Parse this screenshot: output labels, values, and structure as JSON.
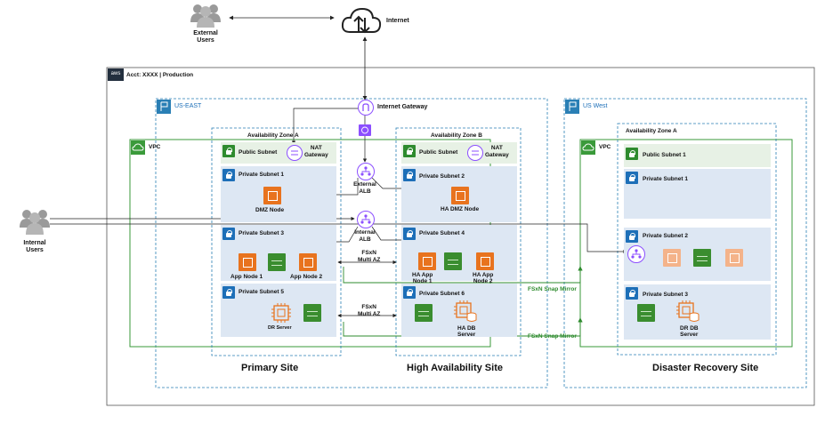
{
  "external_users": {
    "label_line1": "External",
    "label_line2": "Users"
  },
  "internal_users": {
    "label_line1": "Internal",
    "label_line2": "Users"
  },
  "internet": {
    "label": "Internet"
  },
  "account": {
    "label": "Acct: XXXX | Production",
    "logo_text": "aws"
  },
  "internet_gateway": {
    "label": "Internet Gateway"
  },
  "regions": {
    "east": {
      "label": "US-EAST"
    },
    "west": {
      "label": "US West"
    }
  },
  "vpc": {
    "label_east": "VPC",
    "label_west": "VPC"
  },
  "az": {
    "east_a": "Availability Zone A",
    "east_b": "Availability Zone B",
    "west_a": "Availability Zone A"
  },
  "subnets": {
    "east_a_public": "Public Subnet",
    "east_a_private1": "Private Subnet 1",
    "east_a_private3": "Private Subnet 3",
    "east_a_private5": "Private Subnet 5",
    "east_b_public": "Public Subnet",
    "east_b_private2": "Private Subnet 2",
    "east_b_private4": "Private Subnet 4",
    "east_b_private6": "Private Subnet 6",
    "west_public1": "Public Subnet 1",
    "west_private1": "Private Subnet  1",
    "west_private2": "Private Subnet  2",
    "west_private3": "Private Subnet 3"
  },
  "nat": {
    "line1": "NAT",
    "line2": "Gateway"
  },
  "ext_alb": {
    "line1": "External",
    "line2": "ALB"
  },
  "int_alb": {
    "line1": "Internal",
    "line2": "ALB"
  },
  "nodes": {
    "dmz": "DMZ Node",
    "ha_dmz": "HA DMZ Node",
    "app1": "App Node 1",
    "app2": "App Node 2",
    "ha_app1_line1": "HA App",
    "ha_app1_line2": "Node 1",
    "ha_app2_line1": "HA App",
    "ha_app2_line2": "Node 2",
    "dr_server": "DR Server",
    "ha_db_line1": "HA DB",
    "ha_db_line2": "Server",
    "dr_db_line1": "DR DB",
    "dr_db_line2": "Server"
  },
  "fsxn": {
    "line1": "FSxN",
    "line2": "Multi AZ",
    "mirror": "FSxN Snap Mirror"
  },
  "sites": {
    "primary": "Primary Site",
    "ha": "High Availability Site",
    "dr": "Disaster Recovery Site"
  },
  "colors": {
    "region_border": "#2a7fb5",
    "vpc_border": "#3a9a3a",
    "az_border": "#2a7fb5",
    "public_subnet_bg": "#e7f1e5",
    "private_subnet_bg": "#dde7f3",
    "ec2": "#e8731e",
    "fsx": "#3a8d2f",
    "alb": "#8c4fff",
    "snap_mirror": "#2e8b2e"
  }
}
